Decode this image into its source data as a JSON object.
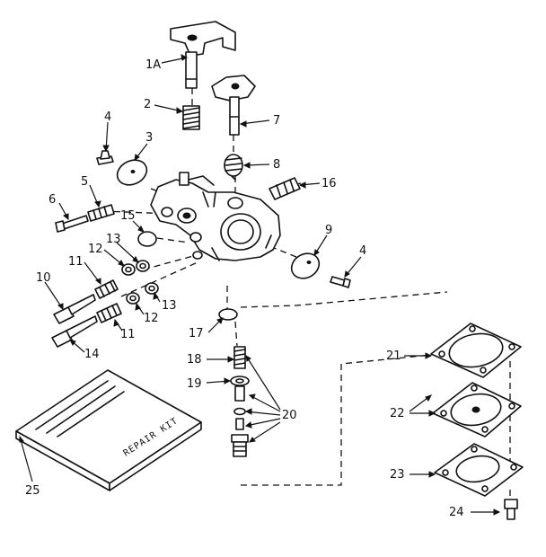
{
  "labels": {
    "p1a": "1A",
    "p2": "2",
    "p3": "3",
    "p4a": "4",
    "p4b": "4",
    "p5": "5",
    "p6": "6",
    "p7": "7",
    "p8": "8",
    "p9": "9",
    "p10": "10",
    "p11a": "11",
    "p11b": "11",
    "p12a": "12",
    "p12b": "12",
    "p13a": "13",
    "p13b": "13",
    "p14": "14",
    "p15": "15",
    "p16": "16",
    "p17": "17",
    "p18": "18",
    "p19": "19",
    "p20": "20",
    "p21": "21",
    "p22": "22",
    "p23": "23",
    "p24": "24",
    "p25": "25"
  },
  "repair_kit_text": "REPAIR KIT",
  "colors": {
    "ink": "#111111",
    "paper": "#ffffff"
  }
}
